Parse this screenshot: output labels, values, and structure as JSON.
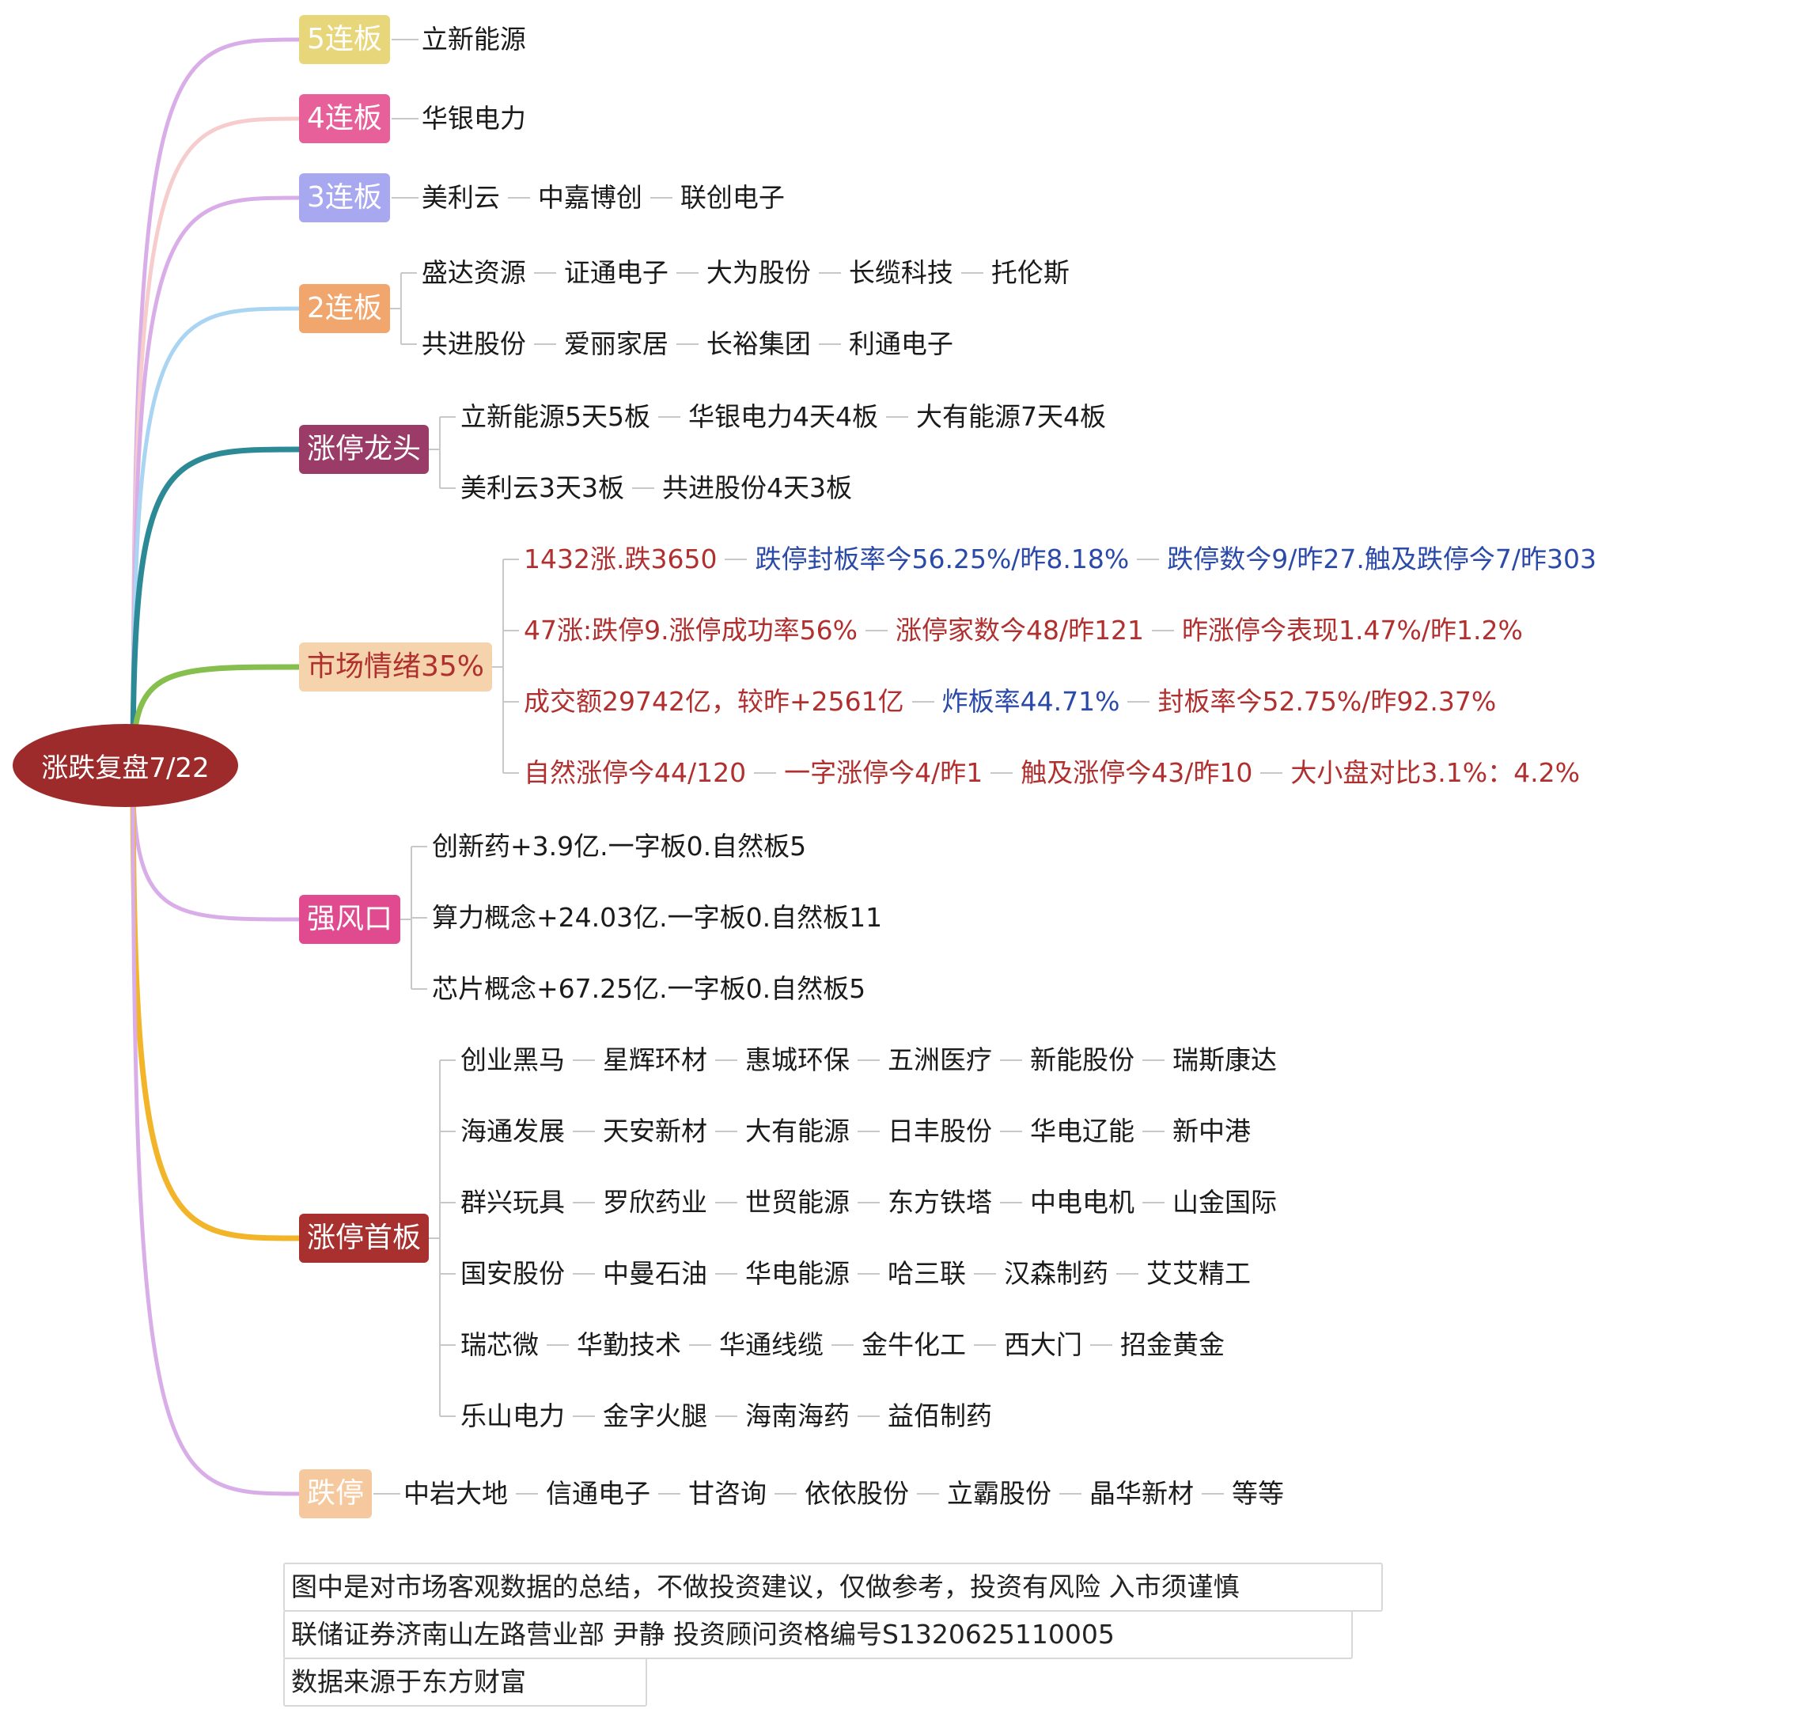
{
  "root": "涨跌复盘7/22",
  "colors": {
    "root": "#9e2b2b",
    "text_dark": "#1a1a1a",
    "red": "#b03030",
    "blue": "#2b4aa8",
    "connector": "#c8c8c8"
  },
  "branches": [
    {
      "label": "5连板",
      "color": "#e8d67a",
      "line": "#d9aee8",
      "rows": [
        [
          "立新能源"
        ]
      ]
    },
    {
      "label": "4连板",
      "color": "#e8609a",
      "line": "#f7cccc",
      "rows": [
        [
          "华银电力"
        ]
      ]
    },
    {
      "label": "3连板",
      "color": "#a8a8f0",
      "line": "#d9aee8",
      "rows": [
        [
          "美利云",
          "中嘉博创",
          "联创电子"
        ]
      ]
    },
    {
      "label": "2连板",
      "color": "#f0a66c",
      "line": "#a9d4f2",
      "rows": [
        [
          "盛达资源",
          "证通电子",
          "大为股份",
          "长缆科技",
          "托伦斯"
        ],
        [
          "共进股份",
          "爱丽家居",
          "长裕集团",
          "利通电子"
        ]
      ]
    },
    {
      "label": "涨停龙头",
      "color": "#9a3b68",
      "line": "#2b8a96",
      "rows": [
        [
          "立新能源5天5板",
          "华银电力4天4板",
          "大有能源7天4板"
        ],
        [
          "美利云3天3板",
          "共进股份4天3板"
        ]
      ]
    },
    {
      "label": "市场情绪35%",
      "color": "#f5d3ad",
      "line": "#86bf4e",
      "label_color": "#b03030",
      "rows": [
        [
          {
            "t": "1432涨.跌3650",
            "c": "red"
          },
          {
            "t": "跌停封板率今56.25%/昨8.18%",
            "c": "blue"
          },
          {
            "t": "跌停数今9/昨27.触及跌停今7/昨303",
            "c": "blue"
          }
        ],
        [
          {
            "t": "47涨:跌停9.涨停成功率56%",
            "c": "red"
          },
          {
            "t": "涨停家数今48/昨121",
            "c": "red"
          },
          {
            "t": "昨涨停今表现1.47%/昨1.2%",
            "c": "red"
          }
        ],
        [
          {
            "t": "成交额29742亿，较昨+2561亿",
            "c": "red"
          },
          {
            "t": "炸板率44.71%",
            "c": "blue"
          },
          {
            "t": "封板率今52.75%/昨92.37%",
            "c": "red"
          }
        ],
        [
          {
            "t": "自然涨停今44/120",
            "c": "red"
          },
          {
            "t": "一字涨停今4/昨1",
            "c": "red"
          },
          {
            "t": "触及涨停今43/昨10",
            "c": "red"
          },
          {
            "t": "大小盘对比3.1%：4.2%",
            "c": "red"
          }
        ]
      ]
    },
    {
      "label": "强风口",
      "color": "#e04a8e",
      "line": "#d9aee8",
      "rows": [
        [
          "创新药+3.9亿.一字板0.自然板5"
        ],
        [
          "算力概念+24.03亿.一字板0.自然板11"
        ],
        [
          "芯片概念+67.25亿.一字板0.自然板5"
        ]
      ]
    },
    {
      "label": "涨停首板",
      "color": "#a8302e",
      "line": "#f2b52a",
      "rows": [
        [
          "创业黑马",
          "星辉环材",
          "惠城环保",
          "五洲医疗",
          "新能股份",
          "瑞斯康达"
        ],
        [
          "海通发展",
          "天安新材",
          "大有能源",
          "日丰股份",
          "华电辽能",
          "新中港"
        ],
        [
          "群兴玩具",
          "罗欣药业",
          "世贸能源",
          "东方铁塔",
          "中电电机",
          "山金国际"
        ],
        [
          "国安股份",
          "中曼石油",
          "华电能源",
          "哈三联",
          "汉森制药",
          "艾艾精工"
        ],
        [
          "瑞芯微",
          "华勤技术",
          "华通线缆",
          "金牛化工",
          "西大门",
          "招金黄金"
        ],
        [
          "乐山电力",
          "金字火腿",
          "海南海药",
          "益佰制药"
        ]
      ]
    },
    {
      "label": "跌停",
      "color": "#f5c89e",
      "line": "#d9aee8",
      "rows": [
        [
          "中岩大地",
          "信通电子",
          "甘咨询",
          "依依股份",
          "立霸股份",
          "晶华新材",
          "等等"
        ]
      ]
    }
  ],
  "notes": [
    "图中是对市场客观数据的总结，不做投资建议，仅做参考，投资有风险 入市须谨慎",
    "联储证券济南山左路营业部 尹静 投资顾问资格编号S1320625110005",
    "数据来源于东方财富"
  ]
}
